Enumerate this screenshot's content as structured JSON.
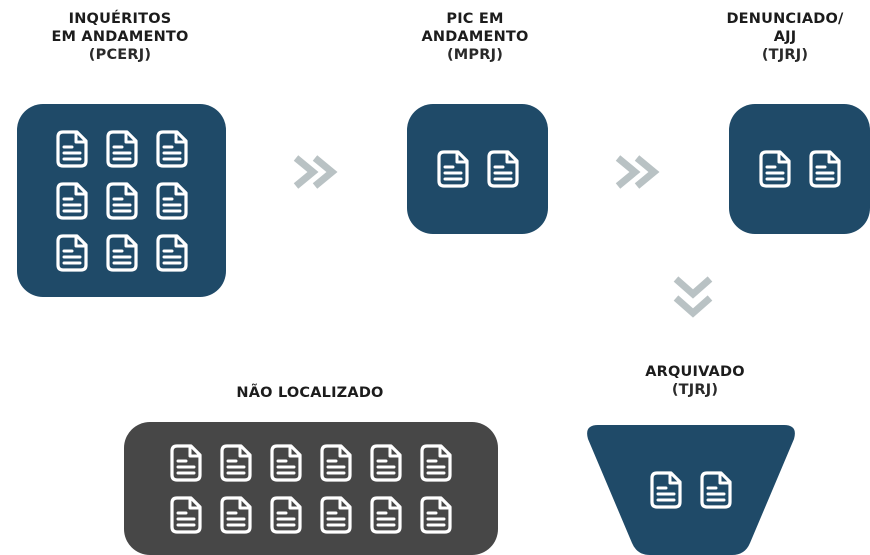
{
  "stages": [
    {
      "id": "inqueritos",
      "lines": [
        "INQUÉRITOS",
        "EM ANDAMENTO"
      ],
      "sub": "(PCERJ)",
      "doc_count": 9
    },
    {
      "id": "pic",
      "lines": [
        "PIC EM",
        "ANDAMENTO"
      ],
      "sub": "(MPRJ)",
      "doc_count": 2
    },
    {
      "id": "denunciado",
      "lines": [
        "DENUNCIADO/",
        "AJJ"
      ],
      "sub": "(TJRJ)",
      "doc_count": 2
    },
    {
      "id": "arquivado",
      "lines": [
        "ARQUIVADO"
      ],
      "sub": "(TJRJ)",
      "doc_count": 2
    },
    {
      "id": "nao_localizado",
      "lines": [
        "NÃO LOCALIZADO"
      ],
      "sub": "",
      "doc_count": 12
    }
  ],
  "colors": {
    "navy": "#1f4a68",
    "dark_gray": "#474747",
    "arrow": "#b9c2c4",
    "icon": "#ffffff"
  },
  "icons": {
    "document": "document-icon",
    "arrow_right": "double-chevron-right-icon",
    "arrow_down": "double-chevron-down-icon"
  }
}
